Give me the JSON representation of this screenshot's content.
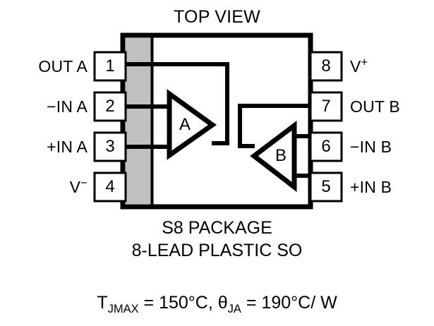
{
  "diagram": {
    "title": "TOP VIEW",
    "package_name": "S8 PACKAGE",
    "package_desc": "8-LEAD PLASTIC SO",
    "thermal": {
      "t_symbol": "T",
      "t_subscript": "JMAX",
      "t_equals": " = 150°C, ",
      "theta_symbol": "θ",
      "theta_subscript": "JA",
      "theta_equals": " = 190°C/ W"
    },
    "colors": {
      "outline": "#000000",
      "notch_fill": "#c0c0c0",
      "background": "#ffffff"
    },
    "amplifiers": [
      {
        "label": "A",
        "orientation": "right"
      },
      {
        "label": "B",
        "orientation": "left"
      }
    ],
    "pins_left": [
      {
        "number": "1",
        "label": "OUT A"
      },
      {
        "number": "2",
        "label": "−IN A"
      },
      {
        "number": "3",
        "label": "+IN A"
      },
      {
        "number": "4",
        "label": "V",
        "sup": "−"
      }
    ],
    "pins_right": [
      {
        "number": "8",
        "label": "V",
        "sup": "+"
      },
      {
        "number": "7",
        "label": "OUT B"
      },
      {
        "number": "6",
        "label": "−IN B"
      },
      {
        "number": "5",
        "label": "+IN B"
      }
    ]
  }
}
